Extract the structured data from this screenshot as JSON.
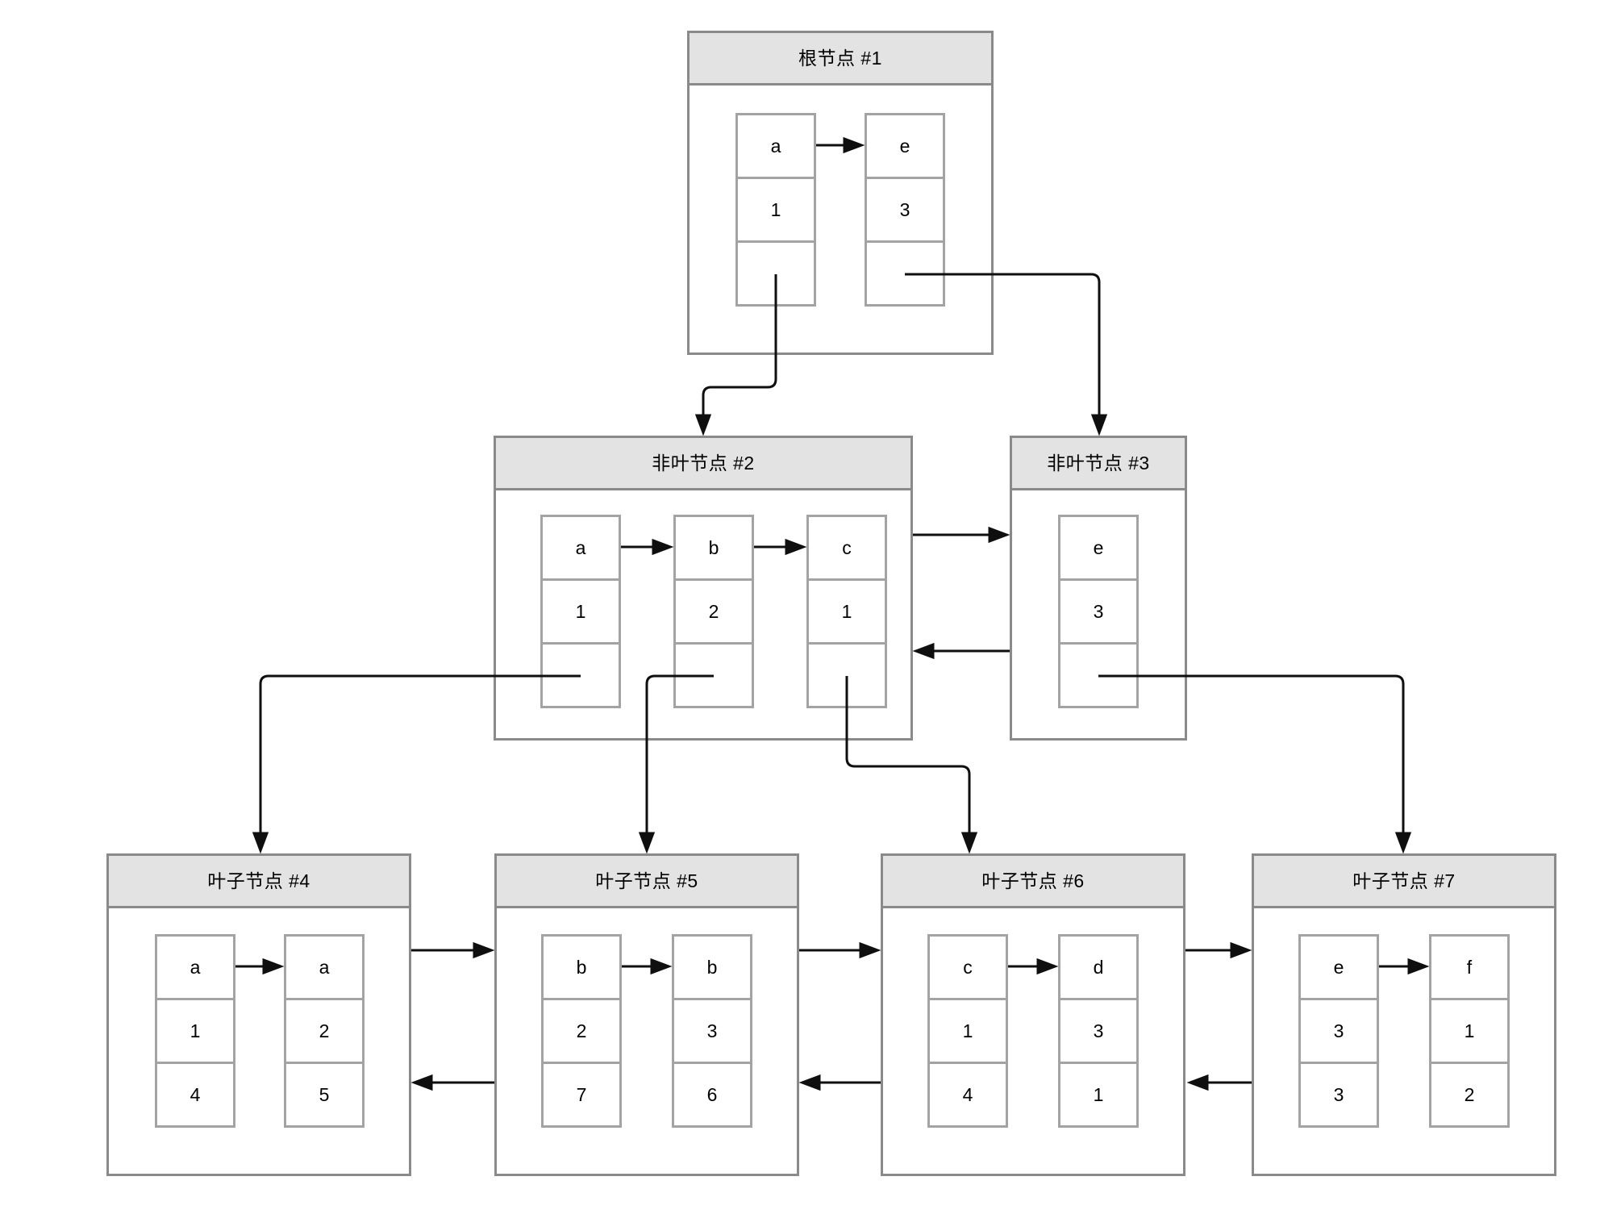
{
  "diagram": {
    "kind": "b-plus-tree-index-diagram",
    "colors": {
      "title_bg": "#e3e3e3",
      "node_border": "#8a8a8a",
      "cell_border": "#a3a3a3",
      "arrow": "#0f0f0f",
      "body_bg": "#ffffff"
    },
    "nodes": [
      {
        "id": "1",
        "title": "根节点 #1",
        "level": "root",
        "entries": [
          {
            "key": "a",
            "value": "1"
          },
          {
            "key": "e",
            "value": "3"
          }
        ]
      },
      {
        "id": "2",
        "title": "非叶节点 #2",
        "level": "internal",
        "entries": [
          {
            "key": "a",
            "value": "1"
          },
          {
            "key": "b",
            "value": "2"
          },
          {
            "key": "c",
            "value": "1"
          }
        ]
      },
      {
        "id": "3",
        "title": "非叶节点 #3",
        "level": "internal",
        "entries": [
          {
            "key": "e",
            "value": "3"
          }
        ]
      },
      {
        "id": "4",
        "title": "叶子节点 #4",
        "level": "leaf",
        "entries": [
          {
            "key": "a",
            "value": "1",
            "data": "4"
          },
          {
            "key": "a",
            "value": "2",
            "data": "5"
          }
        ]
      },
      {
        "id": "5",
        "title": "叶子节点 #5",
        "level": "leaf",
        "entries": [
          {
            "key": "b",
            "value": "2",
            "data": "7"
          },
          {
            "key": "b",
            "value": "3",
            "data": "6"
          }
        ]
      },
      {
        "id": "6",
        "title": "叶子节点 #6",
        "level": "leaf",
        "entries": [
          {
            "key": "c",
            "value": "1",
            "data": "4"
          },
          {
            "key": "d",
            "value": "3",
            "data": "1"
          }
        ]
      },
      {
        "id": "7",
        "title": "叶子节点 #7",
        "level": "leaf",
        "entries": [
          {
            "key": "e",
            "value": "3",
            "data": "3"
          },
          {
            "key": "f",
            "value": "1",
            "data": "2"
          }
        ]
      }
    ]
  }
}
